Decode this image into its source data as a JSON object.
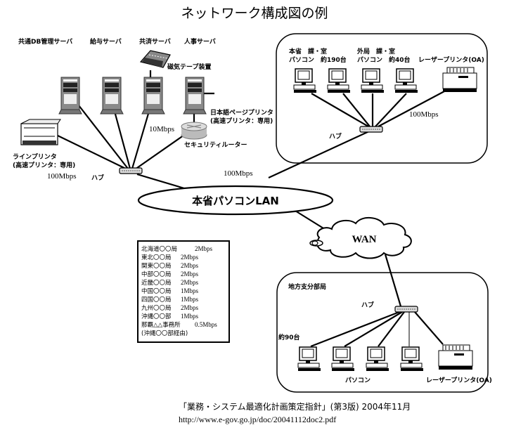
{
  "title": "ネットワーク構成図の例",
  "servers": [
    {
      "label": "共通DB管理サーバ"
    },
    {
      "label": "給与サーバ"
    },
    {
      "label": "共済サーバ"
    },
    {
      "label": "人事サーバ"
    }
  ],
  "tape_device": "磁気テープ装置",
  "jp_page_printer": {
    "line1": "日本語ページプリンタ",
    "line2": "(高速プリンタ：専用)"
  },
  "router": {
    "label": "セキュリティルーター",
    "speed": "10Mbps"
  },
  "line_printer": {
    "line1": "ラインプリンタ",
    "line2": "(高速プリンタ：専用)",
    "speed": "100Mbps"
  },
  "left_hub": {
    "label": "ハブ"
  },
  "backbone_speed": "100Mbps",
  "lan": {
    "label": "本省パソコンLAN"
  },
  "wan": {
    "label": "WAN"
  },
  "ministry_box": {
    "group1": {
      "line1": "本省　課・室",
      "line2": "パソコン　約190台"
    },
    "group2": {
      "line1": "外局　課・室",
      "line2": "パソコン　約40台"
    },
    "printer": "レーザープリンタ(OA)",
    "speed": "100Mbps",
    "hub": "ハブ"
  },
  "regional_box": {
    "title": "地方支分部局",
    "hub": "ハブ",
    "count": "約90台",
    "pcs": "パソコン",
    "printer": "レーザープリンタ(OA)"
  },
  "legend": [
    {
      "office": "北海道〇〇局",
      "speed": "2Mbps"
    },
    {
      "office": "東北〇〇局",
      "speed": "2Mbps"
    },
    {
      "office": "関東〇〇局",
      "speed": "2Mbps"
    },
    {
      "office": "中部〇〇局",
      "speed": "2Mbps"
    },
    {
      "office": "近畿〇〇局",
      "speed": "2Mbps"
    },
    {
      "office": "中国〇〇局",
      "speed": "1Mbps"
    },
    {
      "office": "四国〇〇局",
      "speed": "1Mbps"
    },
    {
      "office": "九州〇〇局",
      "speed": "2Mbps"
    },
    {
      "office": "沖縄〇〇部",
      "speed": "1Mbps"
    },
    {
      "office": "那覇△△事務所",
      "speed": "0.5Mbps"
    },
    {
      "office": "(沖縄〇〇部経由)",
      "speed": ""
    }
  ],
  "source": {
    "citation": "「業務・システム最適化計画策定指針」(第3版) 2004年11月",
    "url": "http://www.e-gov.go.jp/doc/20041112doc2.pdf"
  }
}
